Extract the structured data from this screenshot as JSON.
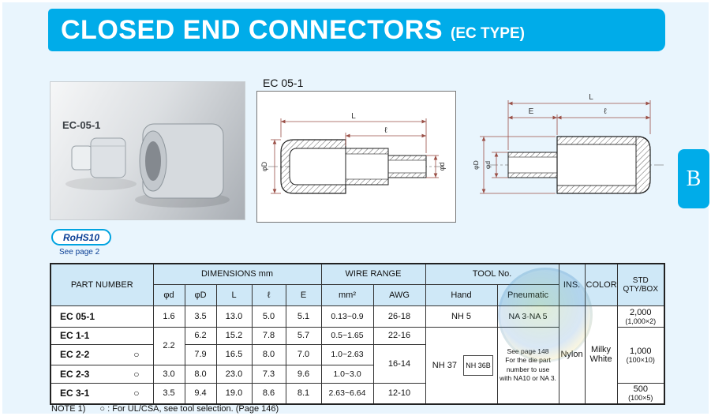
{
  "colors": {
    "accent_cyan": "#00ACE9",
    "header_blue": "#cfe8f7",
    "page_blue": "#e9f5fd"
  },
  "page": {
    "title": "CLOSED END CONNECTORS",
    "title_suffix": "(EC TYPE)",
    "side_tab": "B",
    "note_label": "NOTE 1)",
    "note_text": "○ : For UL/CSA, see tool selection.  (Page 146)"
  },
  "badge": {
    "label": "RoHS10",
    "sub": "See page 2"
  },
  "photo": {
    "label": "EC-05-1"
  },
  "drawing": {
    "title": "EC 05-1",
    "dims": {
      "L": "L",
      "l": "ℓ",
      "E": "E",
      "phiD": "φD",
      "phid": "φd"
    }
  },
  "table": {
    "circle_mark": "○",
    "headers": {
      "part_number": "PART NUMBER",
      "dimensions": "DIMENSIONS mm",
      "wire_range": "WIRE RANGE",
      "tool_no": "TOOL No.",
      "phid": "φd",
      "phiD": "φD",
      "L": "L",
      "l": "ℓ",
      "E": "E",
      "mm2": "mm²",
      "awg": "AWG",
      "hand": "Hand",
      "pneumatic": "Pneumatic",
      "ins": "INS.",
      "color": "COLOR",
      "std1": "STD",
      "std2": "QTY/BOX"
    },
    "rows": [
      {
        "part": "EC 05-1",
        "phid": "1.6",
        "phiD": "3.5",
        "L": "13.0",
        "l": "5.0",
        "E": "5.1",
        "mm2": "0.13~0.9",
        "awg": "26-18",
        "hand": "NH 5",
        "pneumatic": "NA 3·NA 5",
        "qty": "2,000",
        "qty_sub": "(1,000×2)"
      },
      {
        "part": "EC 1-1",
        "phiD": "6.2",
        "L": "15.2",
        "l": "7.8",
        "E": "5.7",
        "mm2": "0.5~1.65",
        "awg": "22-16"
      },
      {
        "part": "EC 2-2",
        "phiD": "7.9",
        "L": "16.5",
        "l": "8.0",
        "E": "7.0",
        "mm2": "1.0~2.63"
      },
      {
        "part": "EC 2-3",
        "phid": "3.0",
        "phiD": "8.0",
        "L": "23.0",
        "l": "7.3",
        "E": "9.6",
        "mm2": "1.0~3.0"
      },
      {
        "part": "EC 3-1",
        "phid": "3.5",
        "phiD": "9.4",
        "L": "19.0",
        "l": "8.6",
        "E": "8.1",
        "mm2": "2.63~6.64",
        "awg": "12-10",
        "qty": "500",
        "qty_sub": "(100×5)"
      }
    ],
    "merged": {
      "phid_1_2": "2.2",
      "awg_2_3": "16-14",
      "hand_main": "NH 37",
      "hand_sub": "NH 36B",
      "pneu_note": [
        "See page 148",
        "For the die part",
        "number to use",
        "with NA10 or NA 3."
      ],
      "ins": "Nylon",
      "color_line1": "Milky",
      "color_line2": "White",
      "qty_mid": "1,000",
      "qty_mid_sub": "(100×10)"
    }
  }
}
